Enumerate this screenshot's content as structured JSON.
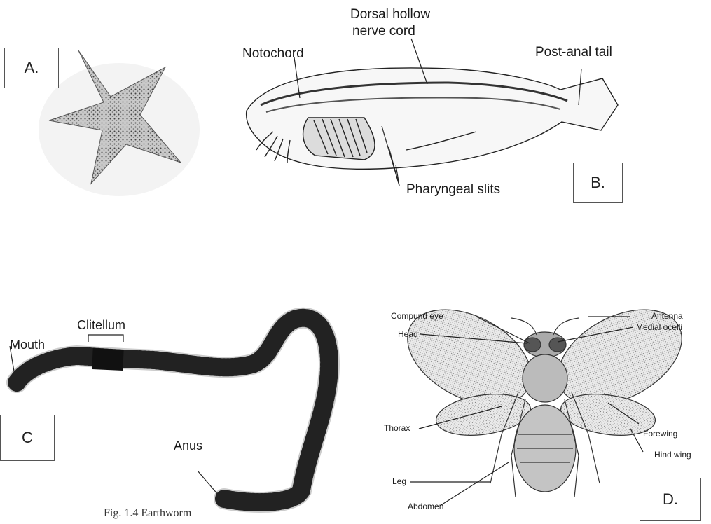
{
  "panels": {
    "a": {
      "label": "A."
    },
    "b": {
      "label": "B.",
      "dorsal_nerve_cord_line1": "Dorsal hollow",
      "dorsal_nerve_cord_line2": "nerve cord",
      "notochord": "Notochord",
      "post_anal_tail": "Post-anal tail",
      "pharyngeal_slits": "Pharyngeal slits"
    },
    "c": {
      "label": "C",
      "clitellum": "Clitellum",
      "mouth": "Mouth",
      "anus": "Anus",
      "caption": "Fig. 1.4   Earthworm"
    },
    "d": {
      "label": "D.",
      "compound_eye": "Compund eye",
      "head": "Head",
      "antenna": "Antenna",
      "medial_ocelli": "Medial ocelli",
      "thorax": "Thorax",
      "forewing": "Forewing",
      "hind_wing": "Hind wing",
      "leg": "Leg",
      "abdomen": "Abdomen"
    }
  }
}
